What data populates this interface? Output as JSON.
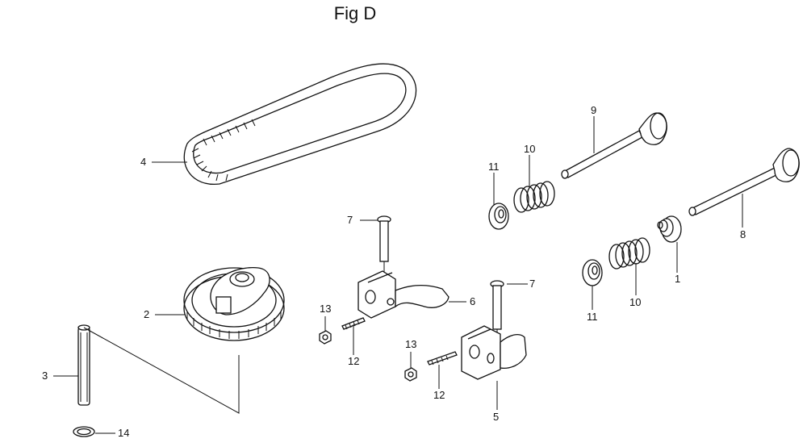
{
  "figure": {
    "title": "Fig D"
  },
  "callouts": {
    "c1": "1",
    "c2": "2",
    "c3": "3",
    "c4": "4",
    "c5": "5",
    "c6": "6",
    "c7a": "7",
    "c7b": "7",
    "c8": "8",
    "c9": "9",
    "c10a": "10",
    "c10b": "10",
    "c11a": "11",
    "c11b": "11",
    "c12a": "12",
    "c12b": "12",
    "c13a": "13",
    "c13b": "13",
    "c14": "14"
  },
  "parts": [
    {
      "ref": "1",
      "name": "valve-stem-seal"
    },
    {
      "ref": "2",
      "name": "camshaft-pulley"
    },
    {
      "ref": "3",
      "name": "camshaft-pin"
    },
    {
      "ref": "4",
      "name": "timing-belt"
    },
    {
      "ref": "5",
      "name": "rocker-arm-exhaust"
    },
    {
      "ref": "6",
      "name": "rocker-arm-intake"
    },
    {
      "ref": "7",
      "name": "rocker-arm-shaft"
    },
    {
      "ref": "8",
      "name": "exhaust-valve"
    },
    {
      "ref": "9",
      "name": "intake-valve"
    },
    {
      "ref": "10",
      "name": "valve-spring"
    },
    {
      "ref": "11",
      "name": "valve-spring-retainer"
    },
    {
      "ref": "12",
      "name": "tappet-adjusting-screw"
    },
    {
      "ref": "13",
      "name": "tappet-adjusting-nut"
    },
    {
      "ref": "14",
      "name": "o-ring"
    }
  ]
}
